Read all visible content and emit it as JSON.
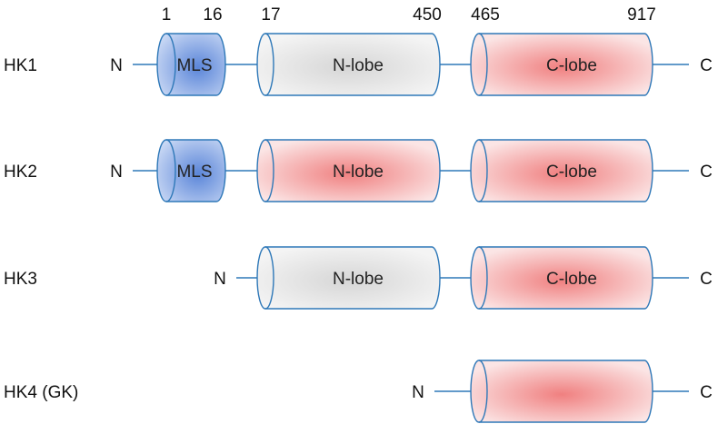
{
  "positions": {
    "mls_start": "1",
    "mls_end": "16",
    "nlobe_start": "17",
    "nlobe_end": "450",
    "clobe_start": "465",
    "clobe_end": "917"
  },
  "terminals": {
    "n": "N",
    "c": "C"
  },
  "rows": [
    {
      "id": "hk1",
      "label": "HK1",
      "has_mls": true,
      "mls_label": "MLS",
      "has_nlobe": true,
      "nlobe_label": "N-lobe",
      "nlobe_fill": "gray",
      "clobe_label": "C-lobe"
    },
    {
      "id": "hk2",
      "label": "HK2",
      "has_mls": true,
      "mls_label": "MLS",
      "has_nlobe": true,
      "nlobe_label": "N-lobe",
      "nlobe_fill": "red",
      "clobe_label": "C-lobe"
    },
    {
      "id": "hk3",
      "label": "HK3",
      "has_mls": false,
      "has_nlobe": true,
      "nlobe_label": "N-lobe",
      "nlobe_fill": "gray",
      "clobe_label": "C-lobe"
    },
    {
      "id": "hk4",
      "label": "HK4 (GK)",
      "has_mls": false,
      "has_nlobe": false,
      "clobe_label": ""
    }
  ],
  "colors": {
    "line": "#2e78b8",
    "mls_light": "#c9d8f4",
    "mls_dark": "#5b86d9",
    "gray_light": "#f4f4f4",
    "gray_dark": "#d6d6d6",
    "red_light": "#fbe5e5",
    "red_dark": "#f08080"
  }
}
